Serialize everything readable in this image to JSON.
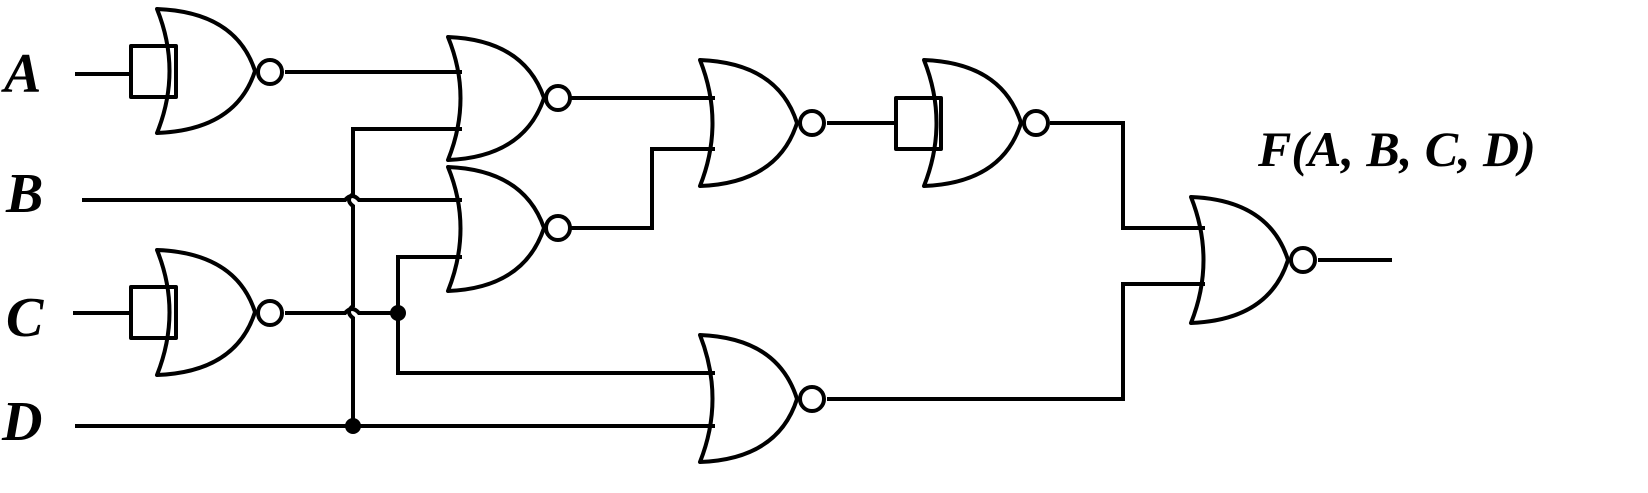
{
  "inputs": {
    "a": "A",
    "b": "B",
    "c": "C",
    "d": "D"
  },
  "output_label": "F(A, B, C, D)"
}
